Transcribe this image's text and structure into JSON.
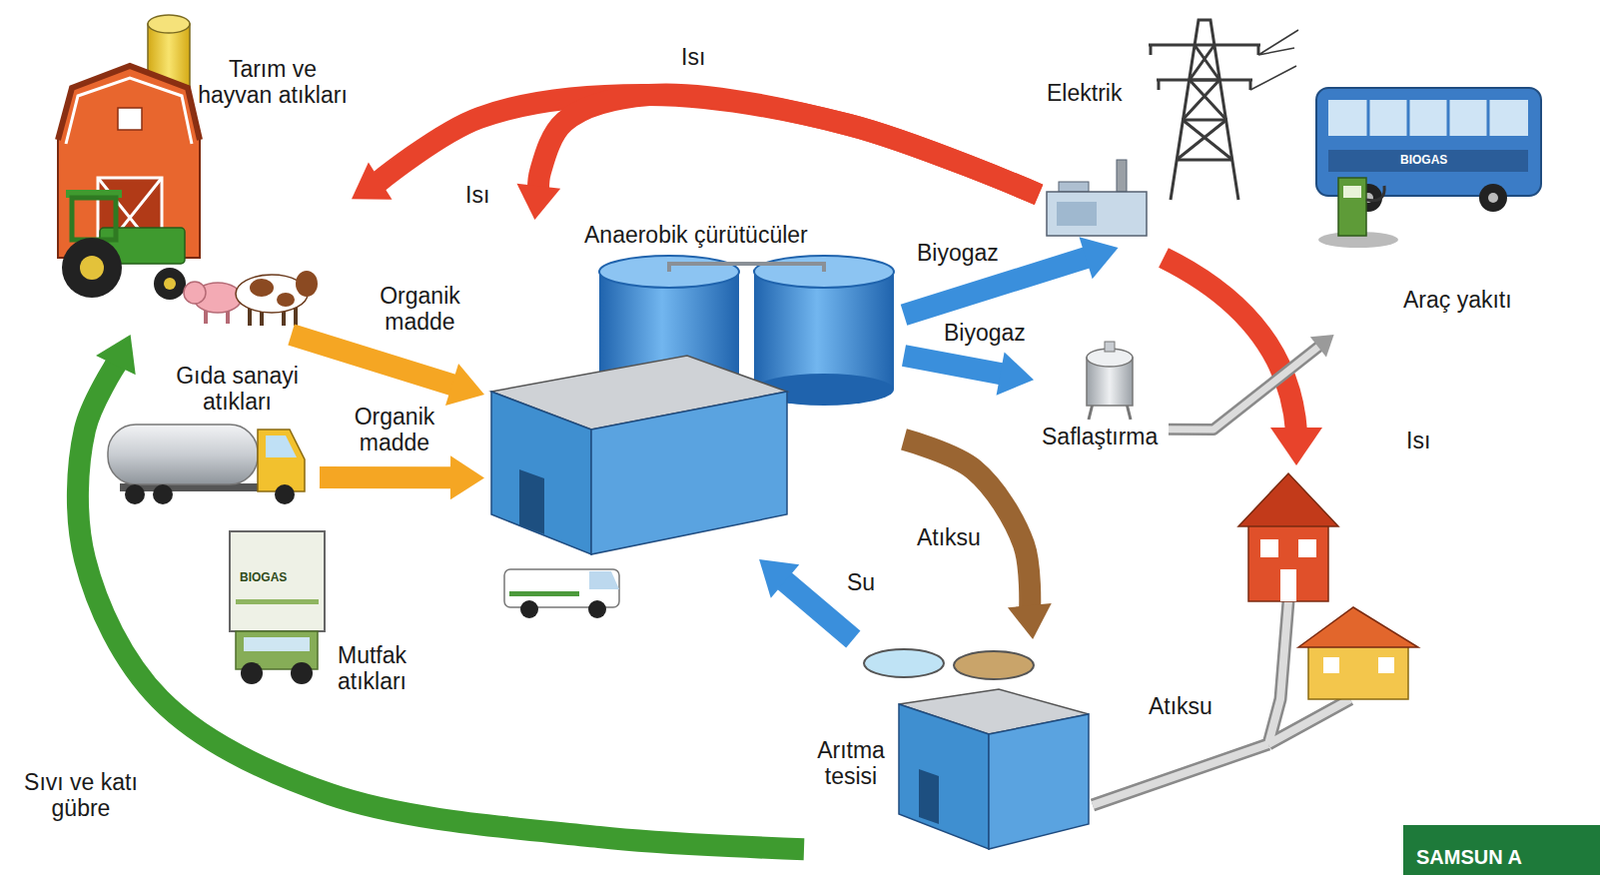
{
  "diagram": {
    "nodes": [
      {
        "text": [
          "Tarım ve hayvan atıkları"
        ]
      },
      {
        "text": [
          "Gıda sanayi atıkları"
        ]
      },
      {
        "text": [
          "Mutfak atıkları"
        ]
      },
      {
        "text": [
          "Anaerobik çürütücüler"
        ]
      },
      {
        "text": [
          "Elektrik"
        ]
      },
      {
        "text": [
          "Saflaştırma"
        ]
      },
      {
        "text": [
          "Araç yakıtı"
        ]
      },
      {
        "text": [
          "Arıtma tesisi"
        ]
      }
    ],
    "edges": [
      {
        "from": 4,
        "to": 0,
        "label": "Isı",
        "arrow": "to"
      },
      {
        "from": 4,
        "to": 3,
        "label": "Isı",
        "arrow": "to"
      },
      {
        "from": 0,
        "to": 3,
        "label": "Organik madde",
        "arrow": "to"
      },
      {
        "from": 1,
        "to": 3,
        "label": "Organik madde",
        "arrow": "to"
      },
      {
        "from": 3,
        "to": 4,
        "label": "Biyogaz",
        "arrow": "to"
      },
      {
        "from": 3,
        "to": 5,
        "label": "Biyogaz",
        "arrow": "to"
      },
      {
        "from": 5,
        "to": 6,
        "arrow": "to"
      },
      {
        "from": 3,
        "to": 7,
        "label": "Atıksu",
        "arrow": "to"
      },
      {
        "from": 7,
        "to": 3,
        "label": "Su",
        "arrow": "to"
      },
      {
        "from": 7,
        "to": 0,
        "label": "Sıvı ve katı gübre",
        "arrow": "to"
      }
    ],
    "labels": [
      "Isı",
      "Atıksu",
      "SAMSUN A",
      "BIOGAS",
      "BIOGAS"
    ]
  }
}
